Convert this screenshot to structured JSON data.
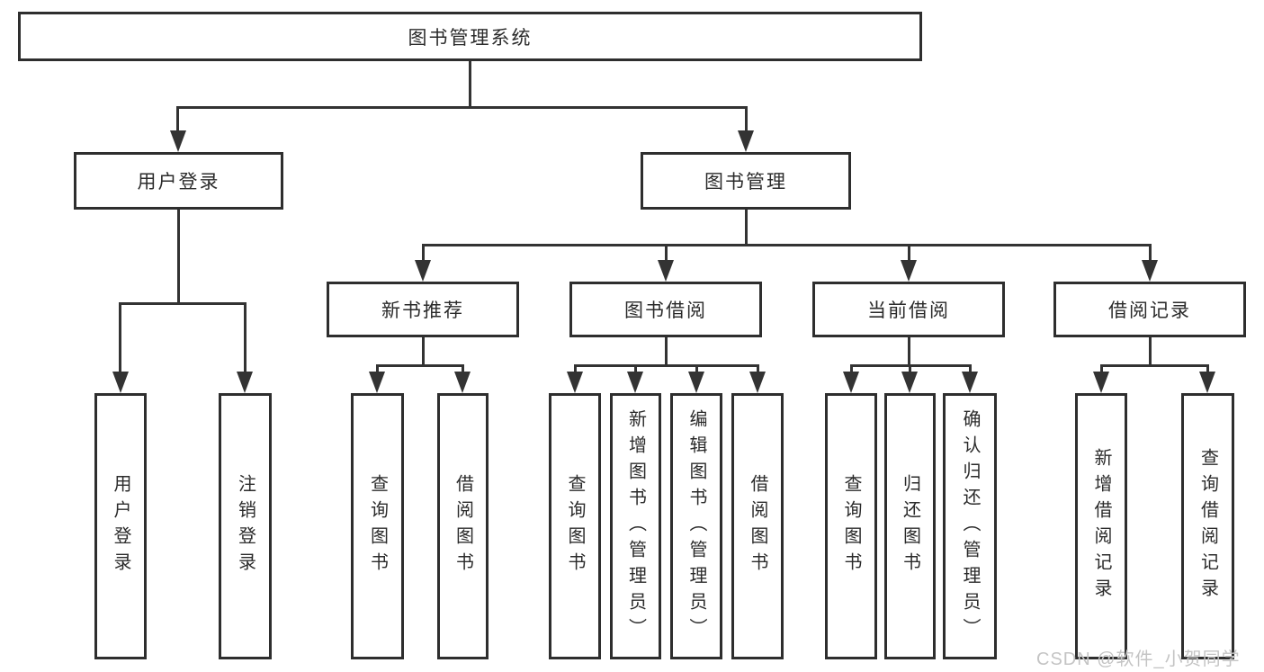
{
  "tree": {
    "root": "图书管理系统",
    "level2": [
      "用户登录",
      "图书管理"
    ],
    "level3": [
      "新书推荐",
      "图书借阅",
      "当前借阅",
      "借阅记录"
    ],
    "leaves": {
      "user_login": [
        "用户登录",
        "注销登录"
      ],
      "new_books": [
        "查询图书",
        "借阅图书"
      ],
      "book_borrow": [
        "查询图书",
        "新增图书（管理员）",
        "编辑图书（管理员）",
        "借阅图书"
      ],
      "current_borrow": [
        "查询图书",
        "归还图书",
        "确认归还（管理员）"
      ],
      "borrow_records": [
        "新增借阅记录",
        "查询借阅记录"
      ]
    }
  },
  "watermark": "CSDN @软件_小贺同学",
  "colors": {
    "line": "#333333",
    "box_border": "#2e2e2e",
    "text": "#2b2b2b",
    "watermark": "#c4c4c4",
    "background": "#ffffff"
  }
}
